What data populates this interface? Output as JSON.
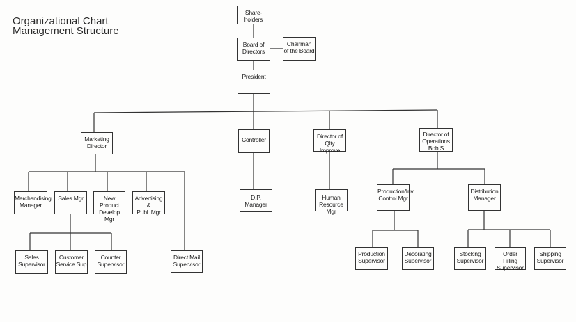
{
  "title": {
    "line1": "Organizational Chart",
    "line2": "Management Structure"
  },
  "nodes": {
    "shareholders": [
      "Share-",
      "holders"
    ],
    "board": [
      "Board of",
      "Directors"
    ],
    "chairman": [
      "Chairman",
      "of the Board"
    ],
    "president": [
      "President"
    ],
    "marketing_director": [
      "Marketing",
      "Director"
    ],
    "controller": [
      "Controller"
    ],
    "director_quality": [
      "Director of",
      "Qlty Improve"
    ],
    "director_operations": [
      "Director of",
      "Operations",
      "Bob S"
    ],
    "merchandising_manager": [
      "Merchandising",
      "Manager"
    ],
    "sales_mgr": [
      "Sales Mgr"
    ],
    "new_product_mgr": [
      "New Product",
      "Develop Mgr"
    ],
    "advertising_mgr": [
      "Advertising &",
      "Publ. Mgr"
    ],
    "direct_mail_supervisor": [
      "Direct Mail",
      "Supervisor"
    ],
    "sales_supervisor": [
      "Sales",
      "Supervisor"
    ],
    "customer_service_sup": [
      "Customer",
      "Service Sup"
    ],
    "counter_supervisor": [
      "Counter",
      "Supervisor"
    ],
    "dp_manager": [
      "D.P.",
      "Manager"
    ],
    "human_resource_mgr": [
      "Human",
      "Resource Mgr"
    ],
    "production_inv_mgr": [
      "Production/Inv",
      "Control Mgr"
    ],
    "distribution_manager": [
      "Distribution",
      "Manager"
    ],
    "production_supervisor": [
      "Production",
      "Supervisor"
    ],
    "decorating_supervisor": [
      "Decorating",
      "Supervisor"
    ],
    "stocking_supervisor": [
      "Stocking",
      "Supervisor"
    ],
    "order_filling_supervisor": [
      "Order Filling",
      "Supervisor"
    ],
    "shipping_supervisor": [
      "Shipping",
      "Supervisor"
    ]
  }
}
